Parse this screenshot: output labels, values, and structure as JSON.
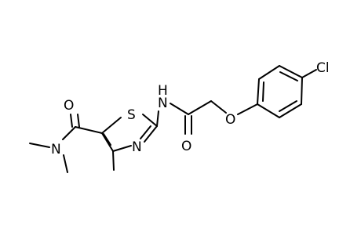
{
  "molecule": {
    "atoms": {
      "O_amide": "O",
      "N_dimethyl": "N",
      "S_ring": "S",
      "N_ring": "N",
      "NH": "N",
      "H": "H",
      "O_acyl": "O",
      "O_ether": "O",
      "Cl": "Cl"
    },
    "colors": {
      "bond": "#000000",
      "label": "#000000",
      "background": "#ffffff"
    }
  }
}
